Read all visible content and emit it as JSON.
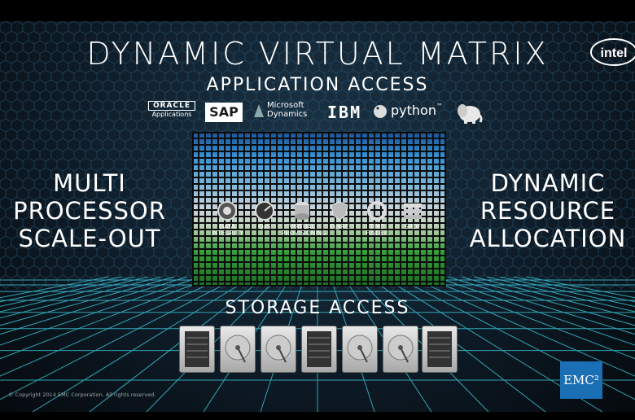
{
  "slide": {
    "title": "DYNAMIC VIRTUAL MATRIX",
    "subtitle": "APPLICATION ACCESS",
    "left_text": [
      "MULTI",
      "PROCESSOR",
      "SCALE-OUT"
    ],
    "right_text": [
      "DYNAMIC",
      "RESOURCE",
      "ALLOCATION"
    ],
    "storage_label": "STORAGE ACCESS",
    "copyright": "© Copyright 2014 EMC Corporation. All rights reserved.",
    "emc_logo": "EMC²",
    "intel_logo": "intel"
  },
  "logos": {
    "oracle_name": "ORACLE",
    "oracle_sub": "Applications",
    "sap": "SAP",
    "ms_line1": "Microsoft",
    "ms_line2": "Dynamics",
    "ibm": "IBM",
    "python": "python",
    "python_tm": "™"
  },
  "features": [
    {
      "line1": "DATA",
      "line2": "INTEGRITY",
      "icon": "data-integrity-icon"
    },
    {
      "line1": "QoS",
      "line2": "",
      "icon": "qos-gauge-icon"
    },
    {
      "line1": "VIRTUAL",
      "line2": "PROVISIONING",
      "icon": "database-icon"
    },
    {
      "line1": "D@RE",
      "line2": "",
      "icon": "shield-icon"
    },
    {
      "line1": "TIME",
      "line2": "FINDER",
      "icon": "time-finder-icon"
    },
    {
      "line1": "SRDF",
      "line2": "",
      "icon": "srdf-icon"
    }
  ],
  "drives": [
    {
      "type": "array"
    },
    {
      "type": "disk"
    },
    {
      "type": "disk"
    },
    {
      "type": "array"
    },
    {
      "type": "disk"
    },
    {
      "type": "disk"
    },
    {
      "type": "array"
    }
  ],
  "colors": {
    "background": "#0e1c28",
    "matrix_blue": "#2f87d8",
    "matrix_green": "#3bb040",
    "emc_blue": "#1a6fb5",
    "grid_cyan": "#3fd4e6"
  }
}
